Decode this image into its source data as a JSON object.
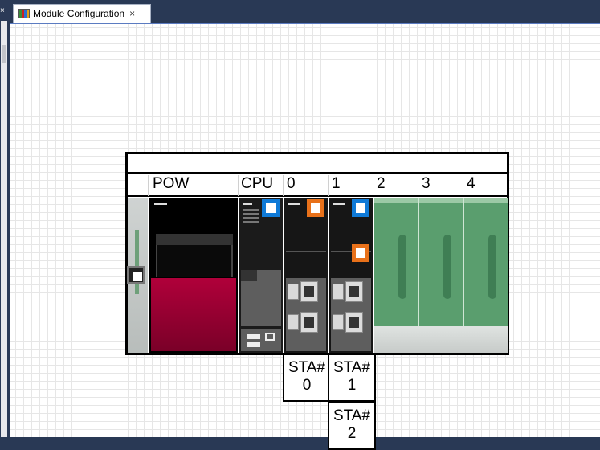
{
  "tab": {
    "label": "Module Configuration",
    "close_glyph": "×"
  },
  "left_strip": {
    "collapse_glyph": "×"
  },
  "slots": {
    "pow": "POW",
    "cpu": "CPU",
    "s0": "0",
    "s1": "1",
    "s2": "2",
    "s3": "3",
    "s4": "4"
  },
  "stations": {
    "sta0": {
      "line1": "STA#",
      "line2": "0"
    },
    "sta1": {
      "line1": "STA#",
      "line2": "1"
    },
    "sta2": {
      "line1": "STA#",
      "line2": "2"
    }
  },
  "colors": {
    "status_blue": "#0f7ad7",
    "status_orange": "#e8711a",
    "power_module": "#9a0032",
    "empty_slot": "#5a9e6e"
  }
}
